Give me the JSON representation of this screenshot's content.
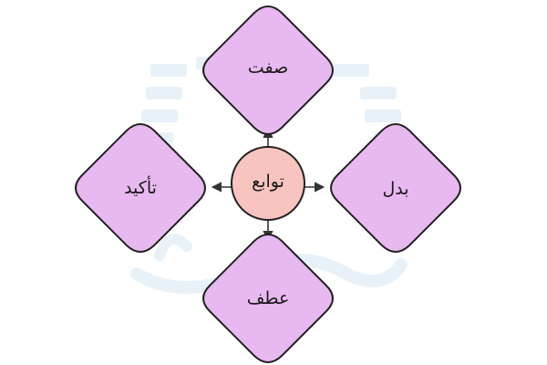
{
  "diagram": {
    "center": {
      "label": "توابع"
    },
    "nodes": {
      "top": {
        "label": "صفت"
      },
      "right": {
        "label": "بدل"
      },
      "bottom": {
        "label": "عطف"
      },
      "left": {
        "label": "تأکید"
      }
    },
    "colors": {
      "node_fill": "#e8b9f0",
      "center_fill": "#f8c4c0",
      "stroke": "#222222",
      "watermark": "#e6f0f8"
    }
  }
}
